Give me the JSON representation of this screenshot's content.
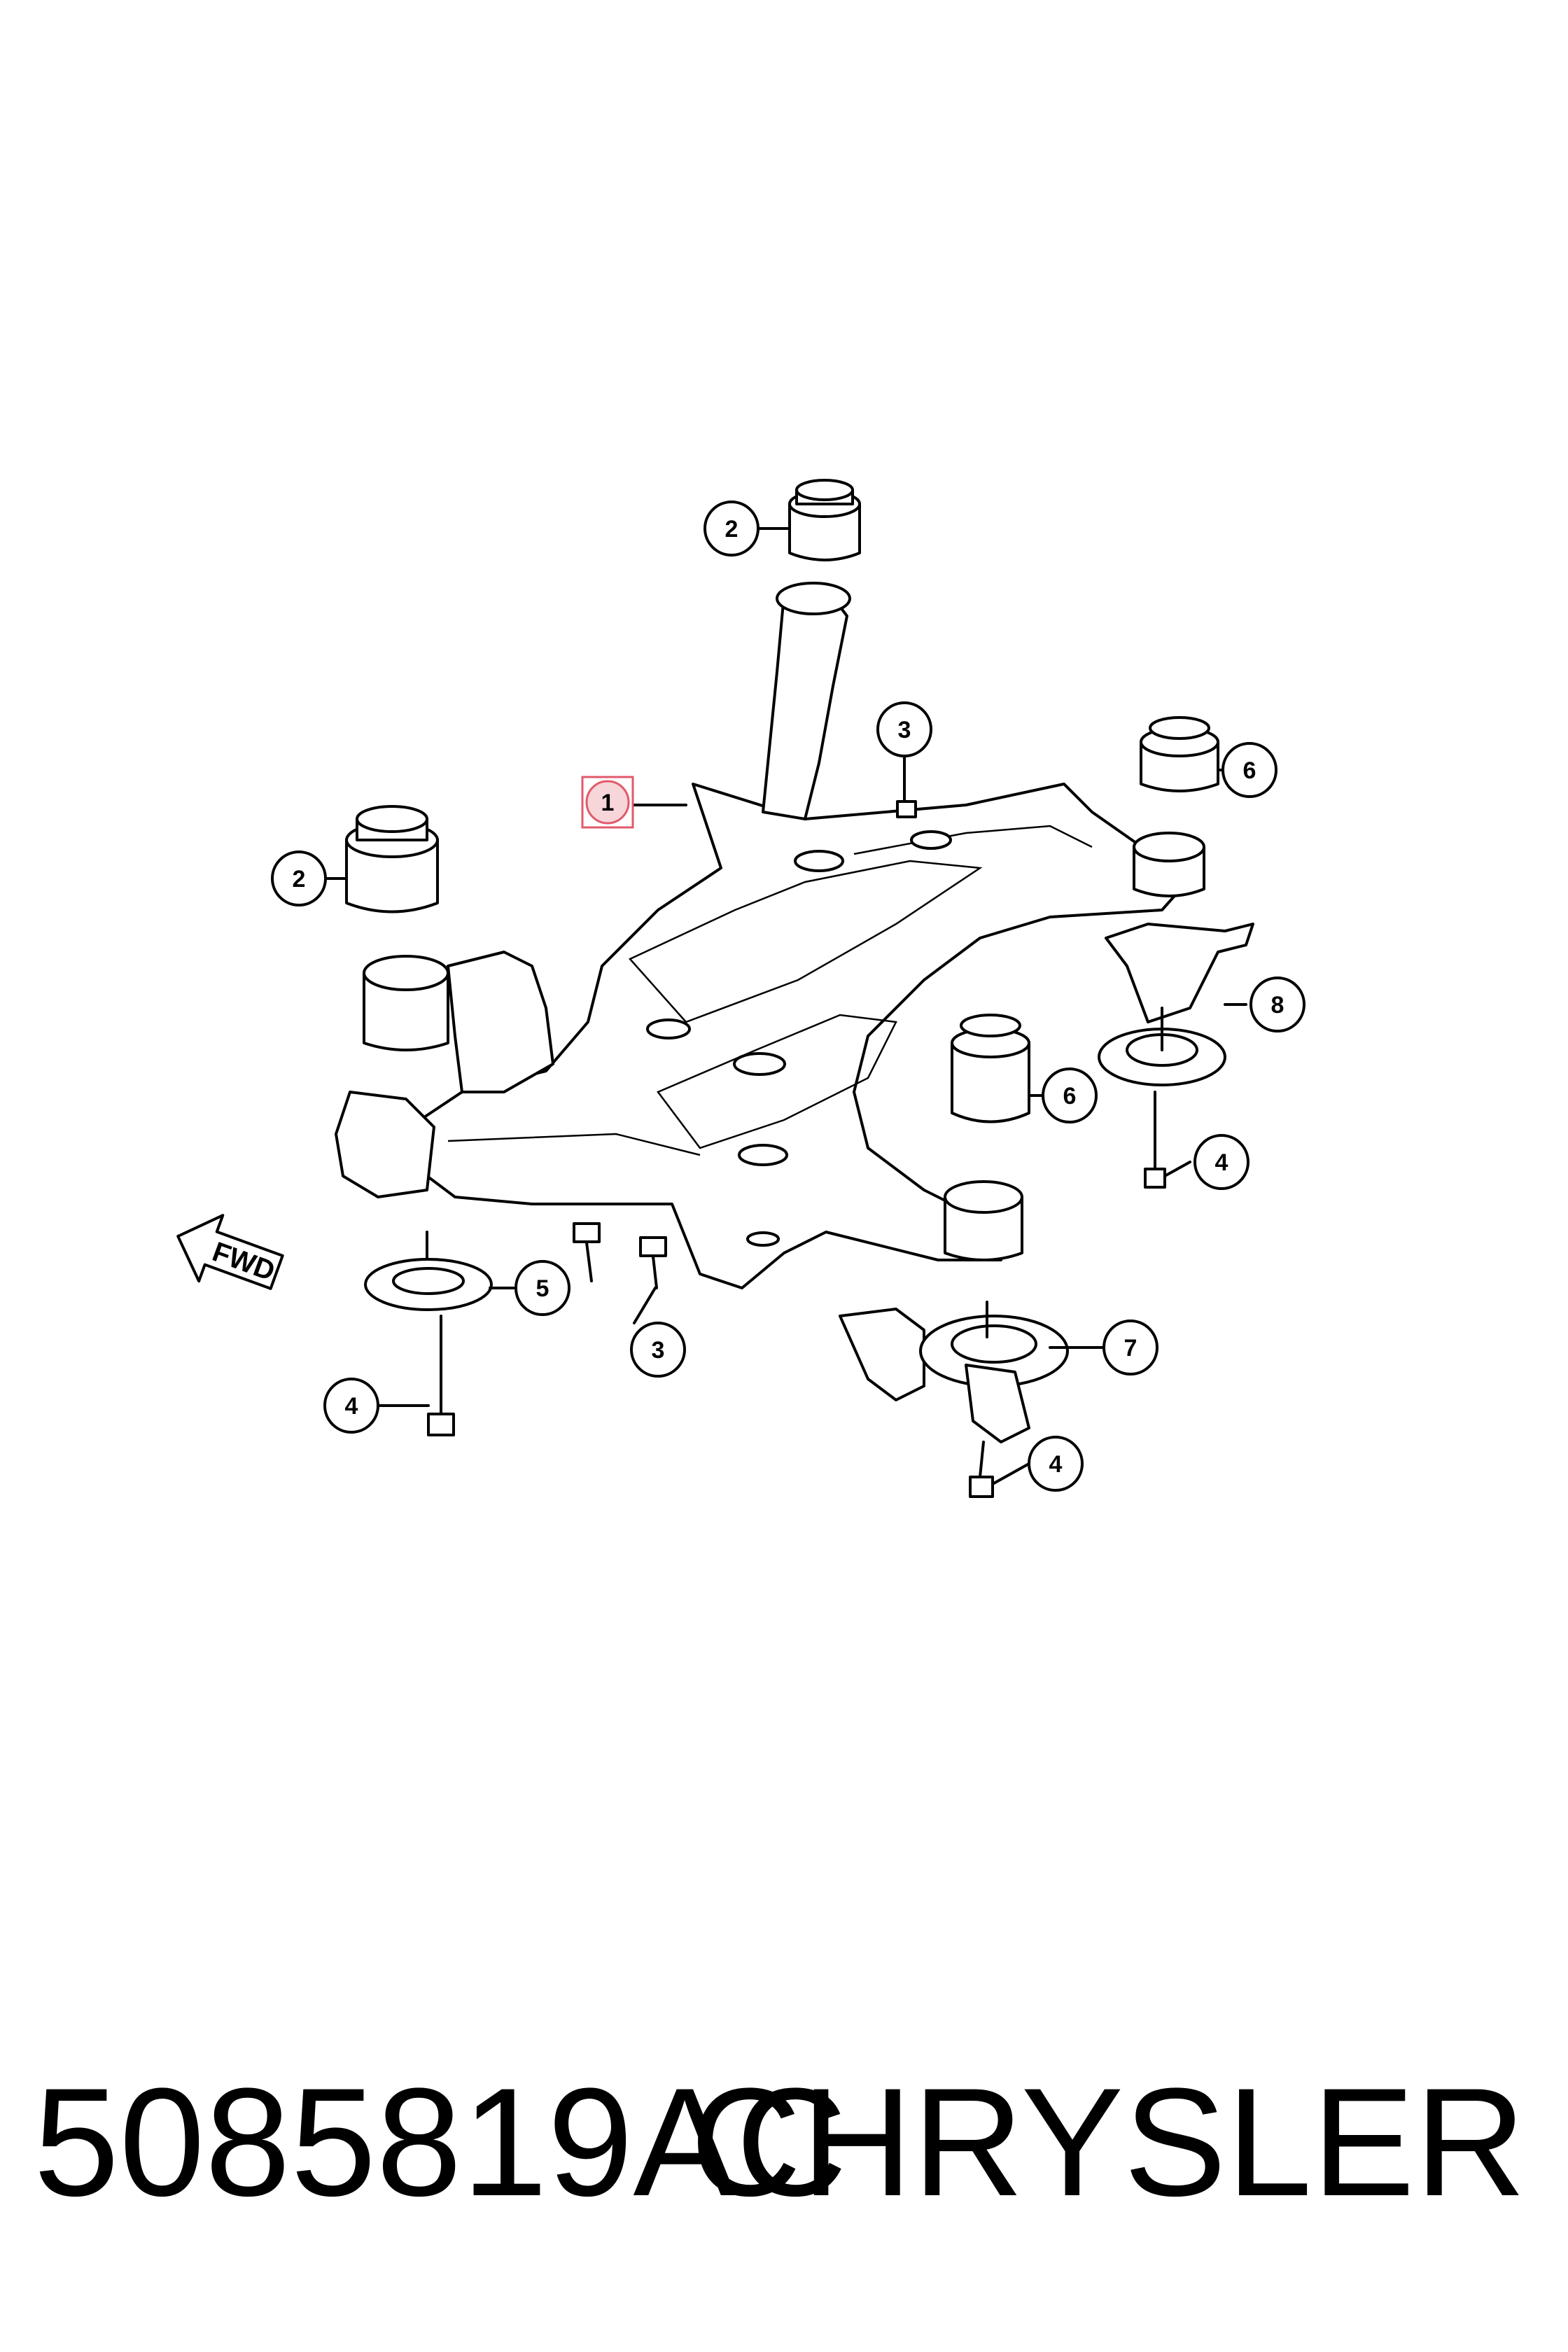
{
  "diagram": {
    "callouts": [
      {
        "id": "c1",
        "label": "1",
        "highlighted": true
      },
      {
        "id": "c2a",
        "label": "2"
      },
      {
        "id": "c2b",
        "label": "2"
      },
      {
        "id": "c3a",
        "label": "3"
      },
      {
        "id": "c3b",
        "label": "3"
      },
      {
        "id": "c4a",
        "label": "4"
      },
      {
        "id": "c4b",
        "label": "4"
      },
      {
        "id": "c4c",
        "label": "4"
      },
      {
        "id": "c5",
        "label": "5"
      },
      {
        "id": "c6a",
        "label": "6"
      },
      {
        "id": "c6b",
        "label": "6"
      },
      {
        "id": "c7",
        "label": "7"
      },
      {
        "id": "c8",
        "label": "8"
      }
    ],
    "direction_label": "FWD",
    "highlight_color": "#e05a6a"
  },
  "footer": {
    "part_number": "5085819AC",
    "brand": "CHRYSLER"
  }
}
